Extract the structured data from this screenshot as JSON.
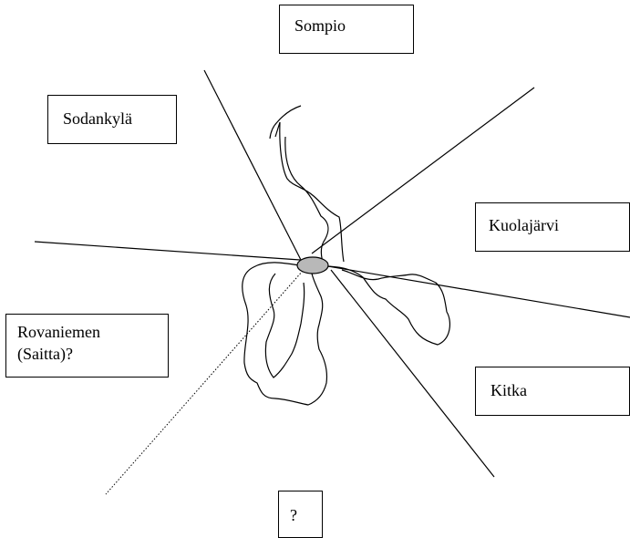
{
  "regions": {
    "sompio": "Sompio",
    "sodankyla": "Sodankylä",
    "kuolajarvi": "Kuolajärvi",
    "rovaniemen_line1": "Rovaniemen",
    "rovaniemen_line2": "(Saitta)?",
    "kitka": "Kitka",
    "unknown": "?"
  },
  "colors": {
    "line": "#000000",
    "center_fill": "#b8b8b8",
    "background": "#ffffff"
  }
}
